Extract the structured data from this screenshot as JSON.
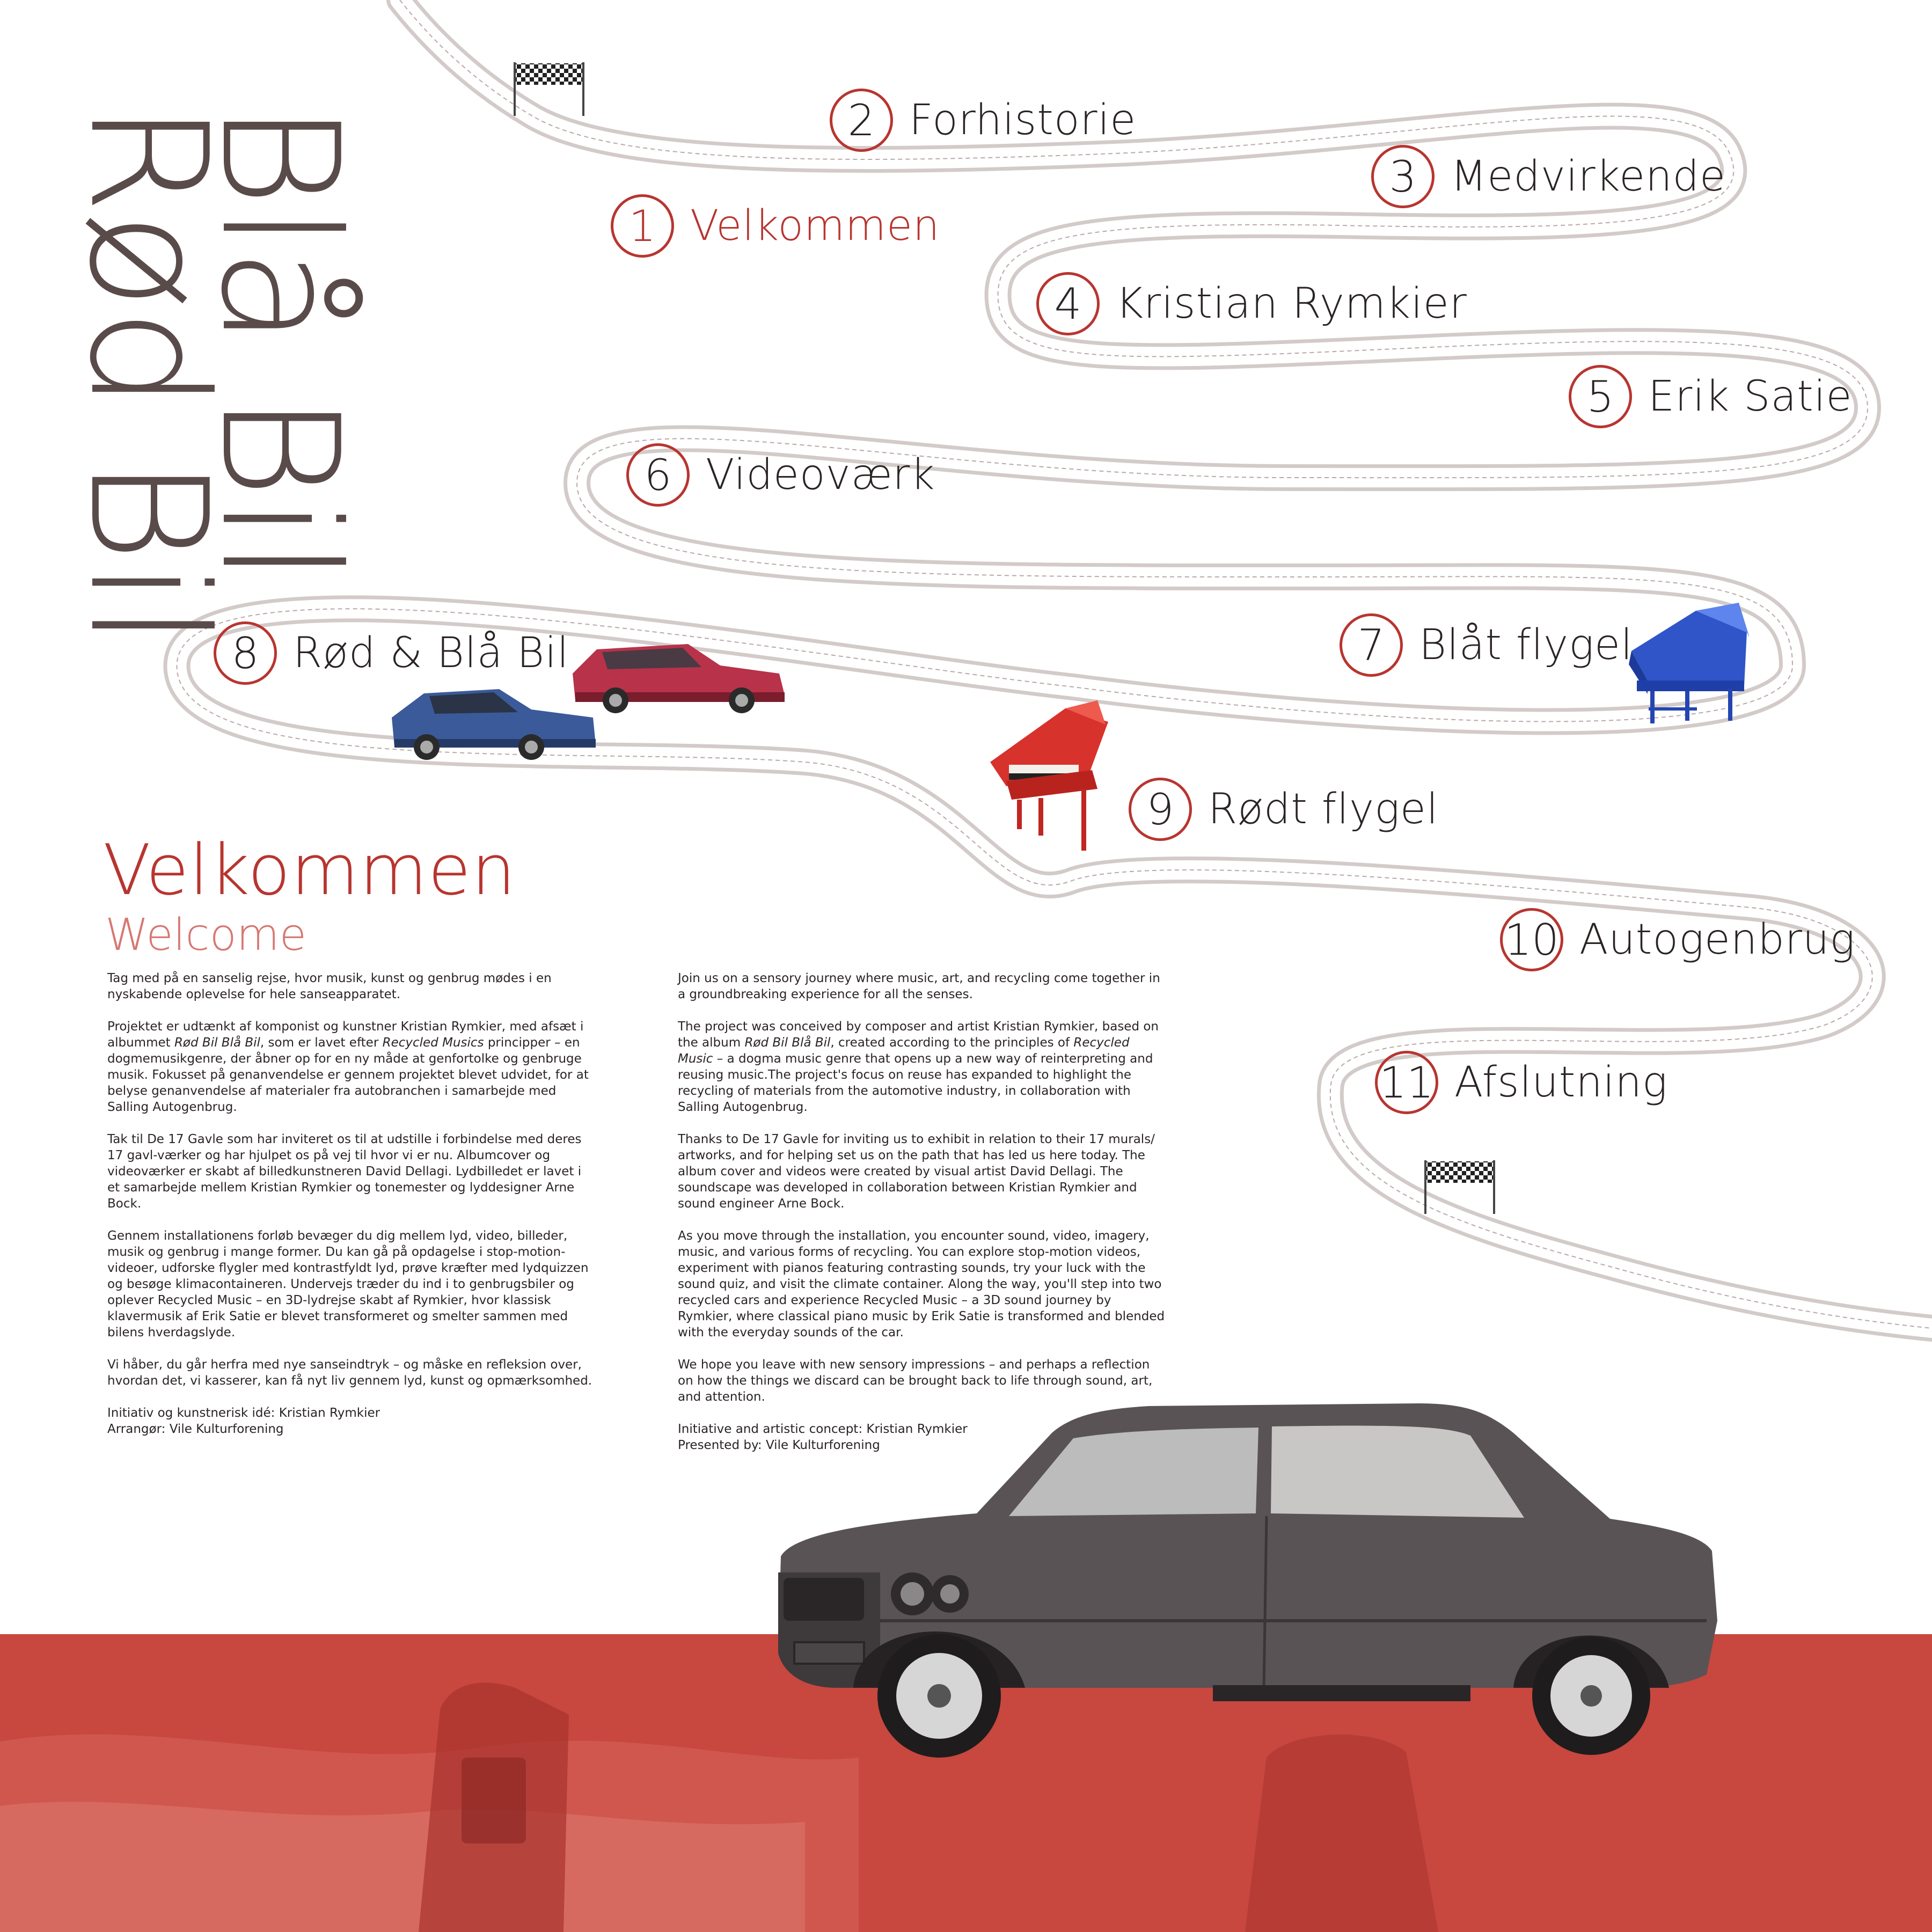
{
  "title": {
    "line1": "Blå Bil",
    "line2": "Rød Bil"
  },
  "stops": [
    {
      "n": "1",
      "label": "Velkommen",
      "active": true
    },
    {
      "n": "2",
      "label": "Forhistorie"
    },
    {
      "n": "3",
      "label": "Medvirkende"
    },
    {
      "n": "4",
      "label": "Kristian Rymkier"
    },
    {
      "n": "5",
      "label": "Erik Satie"
    },
    {
      "n": "6",
      "label": "Videoværk"
    },
    {
      "n": "7",
      "label": "Blåt flygel"
    },
    {
      "n": "8",
      "label": "Rød & Blå Bil"
    },
    {
      "n": "9",
      "label": "Rødt flygel"
    },
    {
      "n": "10",
      "label": "Autogenbrug"
    },
    {
      "n": "11",
      "label": "Afslutning"
    }
  ],
  "heading": {
    "da": "Velkommen",
    "en": "Welcome"
  },
  "danish": {
    "p1": "Tag med på en sanselig rejse, hvor musik, kunst og genbrug mødes i en nyskabende oplevelse for hele sanseapparatet.",
    "p2a": "Projektet er udtænkt af komponist og kunstner Kristian Rymkier, med afsæt i albummet ",
    "p2b": "Rød Bil Blå Bil",
    "p2c": ", som er lavet efter ",
    "p2d": "Recycled Musics",
    "p2e": " principper – en dogmemusikgenre, der åbner op for en ny måde at genfortolke og genbruge musik. Fokusset på genanvendelse er gennem projektet blevet udvidet, for at belyse genanvendelse af materialer fra autobranchen i samarbejde med Salling Autogenbrug.",
    "p3": "Tak til De 17 Gavle som har inviteret os til at udstille i forbindelse med deres 17 gavl-værker og har hjulpet os på vej til hvor vi er nu. Albumcover og videoværker er skabt af billedkunstneren David Dellagi. Lydbilledet er lavet i et samarbejde mellem Kristian Rymkier og tonemester og lyddesigner Arne Bock.",
    "p4": "Gennem installationens forløb bevæger du dig mellem lyd, video, billeder, musik og genbrug i mange former. Du kan gå på opdagelse i stop-motion-videoer, udforske flygler med kontrastfyldt lyd, prøve kræfter med lydquizzen og besøge klimacontaineren. Undervejs træder du ind i to genbrugsbiler og oplever Recycled Music – en 3D-lydrejse skabt af Rymkier, hvor klassisk klavermusik af Erik Satie er blevet transformeret og smelter sammen med bilens hverdagslyde.",
    "p5": "Vi håber, du går herfra med nye sanseindtryk – og måske en refleksion over, hvordan det, vi kasserer, kan få nyt liv gennem lyd, kunst og opmærksomhed.",
    "c1": "Initiativ og kunstnerisk idé: Kristian Rymkier",
    "c2": "Arrangør: Vile Kulturforening"
  },
  "english": {
    "p1": "Join us on a sensory journey where music, art, and recycling come together in a groundbreaking experience for all the senses.",
    "p2a": "The project was conceived by composer and artist Kristian Rymkier, based on the album ",
    "p2b": "Rød Bil Blå Bil",
    "p2c": ", created according to the principles of ",
    "p2d": "Recycled Music",
    "p2e": " – a dogma music genre that opens up a new way of reinterpreting and reusing music.The project's focus on reuse has expanded to highlight the recycling of materials from the automotive industry, in collaboration with Salling Autogenbrug.",
    "p3": "Thanks to De 17 Gavle for inviting us to exhibit in relation to their 17 murals/ artworks, and for helping set us on the path that has led us here today. The album cover and videos were created by visual artist David Dellagi. The soundscape was developed in collaboration between Kristian Rymkier and sound engineer Arne Bock.",
    "p4": "As you move through the installation, you encounter sound, video, imagery, music, and various forms of recycling. You can explore stop-motion videos, experiment with pianos featuring contrasting sounds, try your luck with the sound quiz, and visit the climate container. Along the way, you'll step into two recycled cars and experience Recycled Music – a 3D sound journey by Rymkier, where classical piano music by Erik Satie is transformed and blended with the everyday sounds of the car.",
    "p5": "We hope you leave with new sensory impressions – and perhaps a reflection on how the things we discard can be brought back to life through sound, art, and attention.",
    "c1": "Initiative and artistic concept: Kristian Rymkier",
    "c2": "Presented by: Vile Kulturforening"
  },
  "colors": {
    "accent": "#b83530",
    "accent_light": "#d77872",
    "band": "#c8473f",
    "road": "#d3cbc9",
    "title": "#5a4b4b"
  }
}
